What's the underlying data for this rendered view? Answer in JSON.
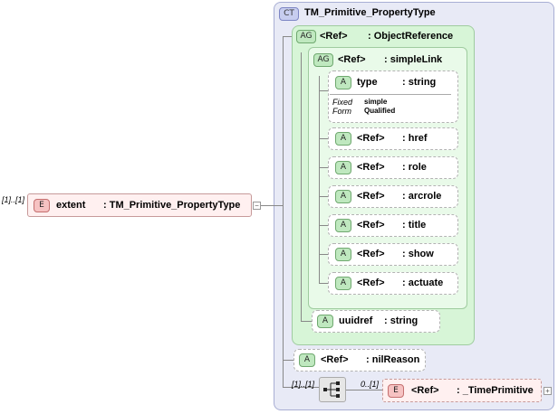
{
  "complex_type": {
    "badge": "CT",
    "name": "TM_Primitive_PropertyType"
  },
  "root_element": {
    "badge": "E",
    "name": "extent",
    "type": ": TM_Primitive_PropertyType",
    "occurs": "[1]..[1]"
  },
  "group_object_reference": {
    "badge": "AG",
    "ref": "<Ref>",
    "type": ": ObjectReference"
  },
  "group_simple_link": {
    "badge": "AG",
    "ref": "<Ref>",
    "type": ": simpleLink"
  },
  "attr_type": {
    "badge": "A",
    "name": "type",
    "type": ": string",
    "facets": [
      {
        "label": "Fixed",
        "value": "simple"
      },
      {
        "label": "Form",
        "value": "Qualified"
      }
    ]
  },
  "ref_attributes": [
    {
      "badge": "A",
      "ref": "<Ref>",
      "type": ": href"
    },
    {
      "badge": "A",
      "ref": "<Ref>",
      "type": ": role"
    },
    {
      "badge": "A",
      "ref": "<Ref>",
      "type": ": arcrole"
    },
    {
      "badge": "A",
      "ref": "<Ref>",
      "type": ": title"
    },
    {
      "badge": "A",
      "ref": "<Ref>",
      "type": ": show"
    },
    {
      "badge": "A",
      "ref": "<Ref>",
      "type": ": actuate"
    }
  ],
  "attr_uuidref": {
    "badge": "A",
    "name": "uuidref",
    "type": ": string"
  },
  "attr_nilreason": {
    "badge": "A",
    "ref": "<Ref>",
    "type": ": nilReason"
  },
  "sequence": {
    "occurs": "[1]..[1]"
  },
  "time_primitive": {
    "badge": "E",
    "ref": "<Ref>",
    "type": ": _TimePrimitive",
    "occurs": "0..[1]"
  }
}
